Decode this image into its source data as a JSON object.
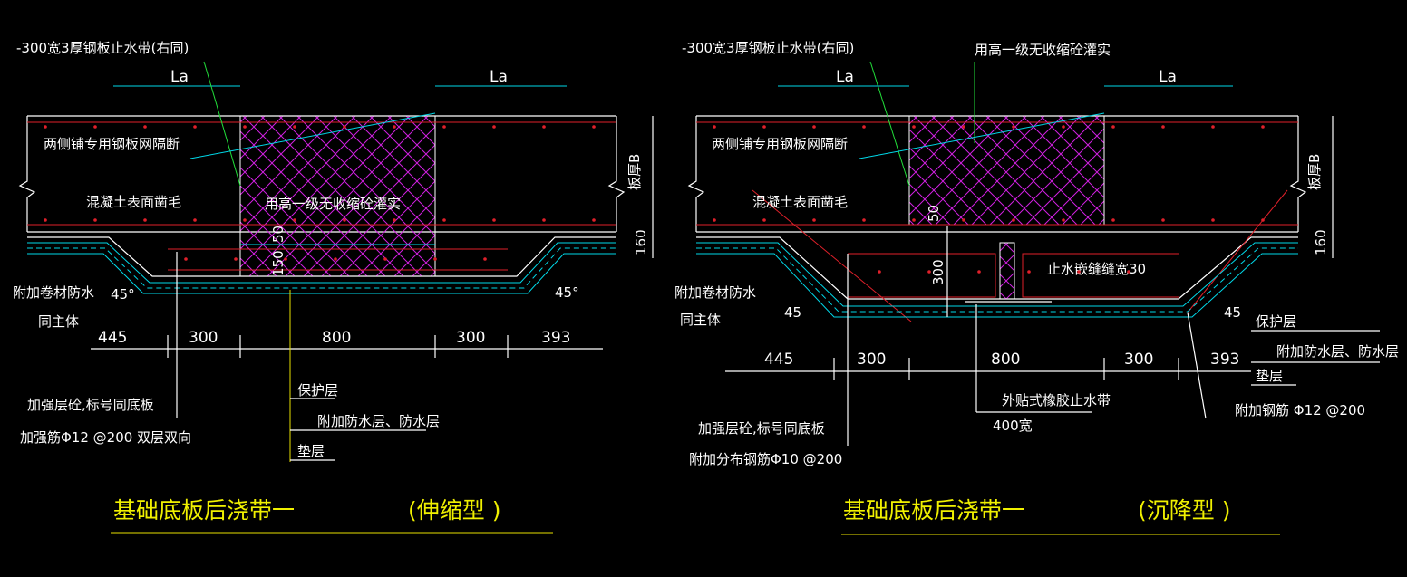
{
  "colors": {
    "background": "#000000",
    "outline": "#ffffff",
    "rebar": "#e0202a",
    "waterproof": "#00d8e8",
    "leader": "#22e03a",
    "fill_hatch": "#d020e0",
    "title": "#f0f000"
  },
  "left": {
    "waterstop_note": "-300宽3厚钢板止水带(右同)",
    "la_left": "La",
    "la_right": "La",
    "mesh_note": "两侧铺专用钢板网隔断",
    "rough_note": "混凝土表面凿毛",
    "grout_note": "用高一级无收缩砼灌实",
    "slab_thk": "板厚B",
    "dim_160": "160",
    "dim_50": "50",
    "dim_150": "150",
    "angle_l": "45°",
    "angle_r": "45°",
    "extra_wp": "附加卷材防水",
    "same_main": "同主体",
    "dims": [
      "445",
      "300",
      "800",
      "300",
      "393"
    ],
    "layers": [
      "保护层",
      "附加防水层、防水层",
      "垫层"
    ],
    "reinf1": "加强层砼,标号同底板",
    "reinf2": "加强筋Φ12 @200 双层双向",
    "title": "基础底板后浇带一",
    "type": "(伸缩型        )"
  },
  "right": {
    "waterstop_note": "-300宽3厚钢板止水带(右同)",
    "grout_note": "用高一级无收缩砼灌实",
    "la_left": "La",
    "la_right": "La",
    "mesh_note": "两侧铺专用钢板网隔断",
    "rough_note": "混凝土表面凿毛",
    "slab_thk": "板厚B",
    "dim_160": "160",
    "dim_50": "50",
    "dim_300v": "300",
    "joint_note": "止水嵌缝缝宽30",
    "angle_l": "45",
    "angle_r": "45",
    "extra_wp": "附加卷材防水",
    "same_main": "同主体",
    "dims": [
      "445",
      "300",
      "800",
      "300",
      "393"
    ],
    "layers": [
      "保护层",
      "附加防水层、防水层",
      "垫层"
    ],
    "rebar_note": "附加钢筋 Φ12 @200",
    "ext_waterstop": "外贴式橡胶止水带",
    "ext_width": "400宽",
    "reinf1": "加强层砼,标号同底板",
    "reinf2": "附加分布钢筋Φ10 @200",
    "title": "基础底板后浇带一",
    "type": "(沉降型        )"
  }
}
